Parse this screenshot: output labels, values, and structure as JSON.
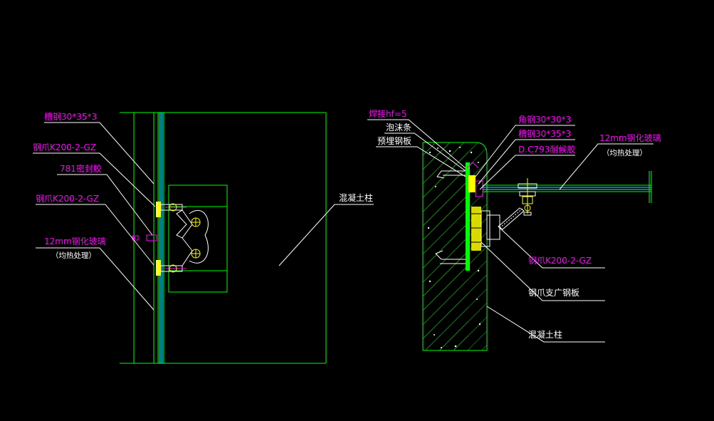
{
  "colors": {
    "background": "#000000",
    "line_green": "#00ff00",
    "leader_white": "#ffffff",
    "label_magenta": "#ff00ff",
    "text_white": "#ffffff",
    "fitting_yellow": "#ffff00",
    "glass_cyan": "#00ffff",
    "hatch_green": "#00cc00"
  },
  "left_view": {
    "labels": {
      "channel_steel": "槽钢30*35*3",
      "claw_top": "钢爪K200-2-GZ",
      "sealant": "781密封胶",
      "claw_mid": "钢爪K200-2-GZ",
      "glass": "12mm钢化玻璃",
      "glass_note": "（均热处理）",
      "column": "混凝土柱"
    }
  },
  "right_view": {
    "labels": {
      "weld": "焊接hf=5",
      "foam_strip": "泡沫条",
      "embedded_plate": "预埋钢板",
      "angle_steel": "角钢30*30*3",
      "channel_steel": "槽钢30*35*3",
      "weather_sealant": "D.C793耐候胶",
      "glass": "12mm钢化玻璃",
      "glass_note": "（均热处理）",
      "claw": "钢爪K200-2-GZ",
      "claw_support_plate": "钢爪支广钢板",
      "column": "混凝土柱"
    }
  }
}
